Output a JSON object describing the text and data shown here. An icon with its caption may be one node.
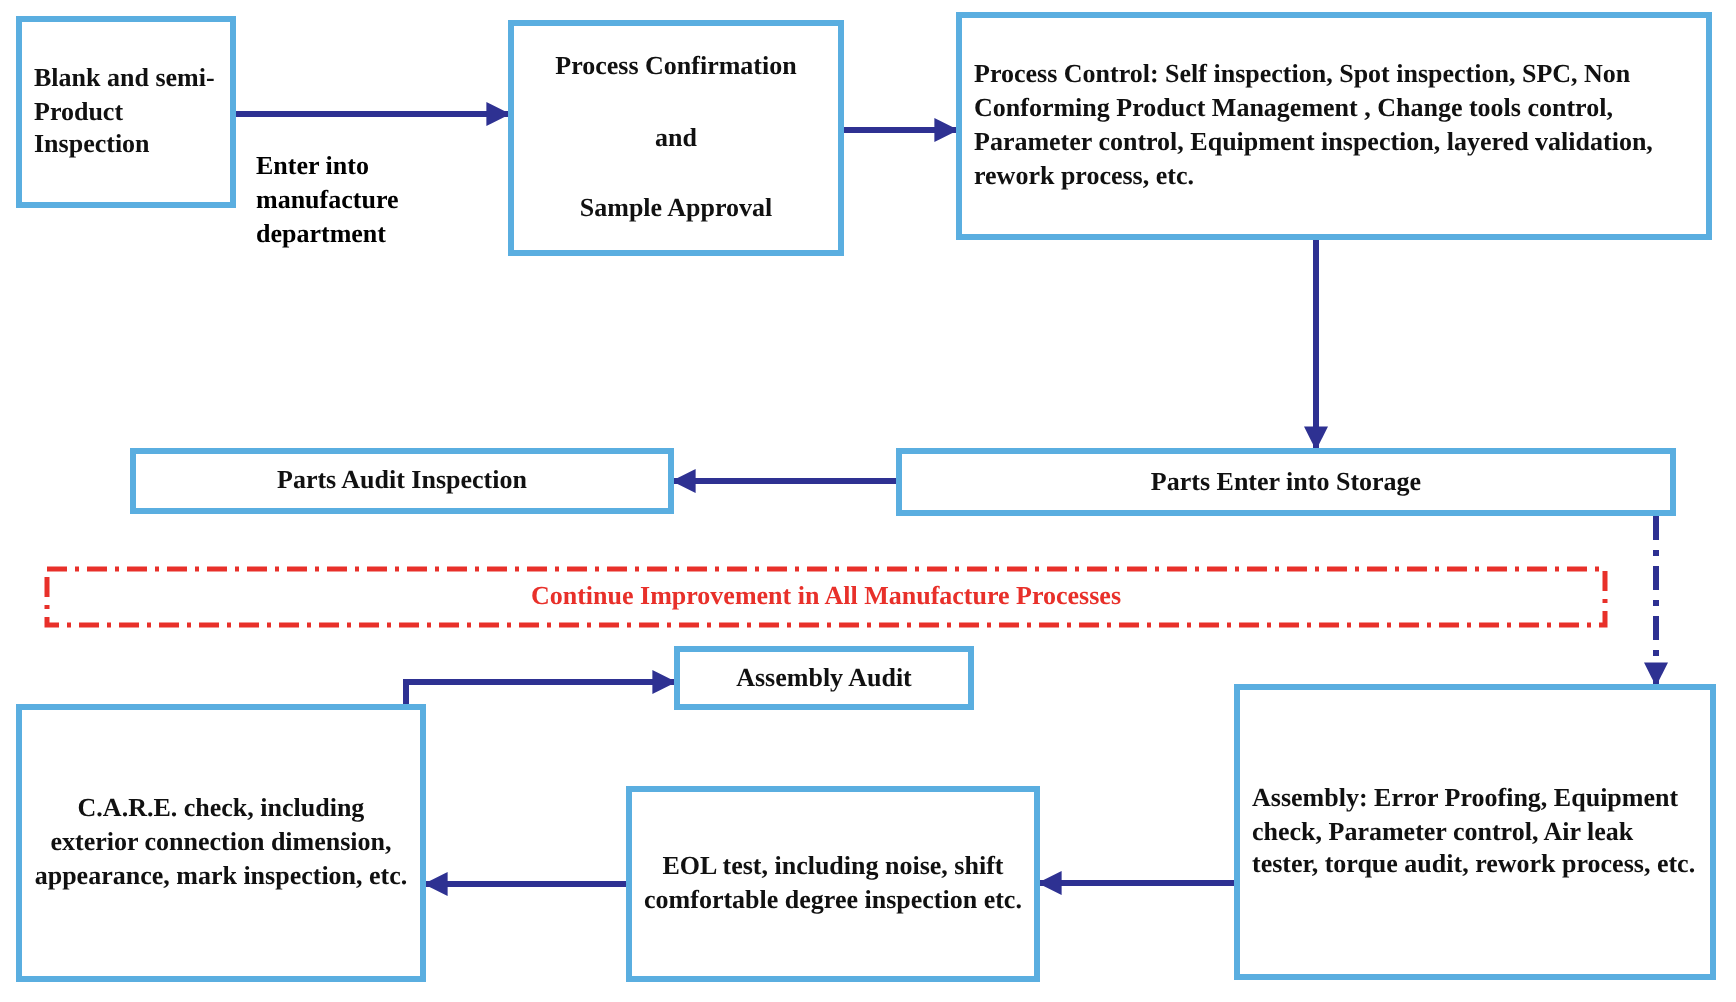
{
  "diagram": {
    "nodes": [
      {
        "text": [
          "Blank and semi-Product Inspection"
        ]
      },
      {
        "text": [
          "Process Confirmation",
          "and",
          "Sample Approval"
        ]
      },
      {
        "text": [
          "Process Control: Self inspection, Spot inspection, SPC, Non Conforming Product Management , Change tools control, Parameter control, Equipment inspection, layered validation, rework process, etc."
        ]
      },
      {
        "text": [
          "Parts Enter into Storage"
        ]
      },
      {
        "text": [
          "Parts Audit Inspection"
        ]
      },
      {
        "text": [
          "Continue Improvement in All Manufacture Processes"
        ]
      },
      {
        "text": [
          "Assembly Audit"
        ]
      },
      {
        "text": [
          "Assembly: Error Proofing, Equipment check, Parameter control, Air leak tester, torque audit, rework process, etc."
        ]
      },
      {
        "text": [
          "EOL test, including noise, shift comfortable degree inspection etc."
        ]
      },
      {
        "text": [
          "C.A.R.E. check, including exterior connection dimension, appearance, mark inspection, etc."
        ]
      }
    ],
    "edges": [
      {
        "from": 0,
        "to": 1,
        "arrow": "to",
        "label": "Enter into manufacture department"
      },
      {
        "from": 1,
        "to": 2,
        "arrow": "to"
      },
      {
        "from": 2,
        "to": 3,
        "arrow": "to"
      },
      {
        "from": 3,
        "to": 4,
        "arrow": "to"
      },
      {
        "from": 3,
        "to": 7,
        "arrow": "to",
        "style": "dashed"
      },
      {
        "from": 7,
        "to": 8,
        "arrow": "to"
      },
      {
        "from": 8,
        "to": 9,
        "arrow": "to"
      },
      {
        "from": 9,
        "to": 6,
        "arrow": "to"
      }
    ]
  }
}
